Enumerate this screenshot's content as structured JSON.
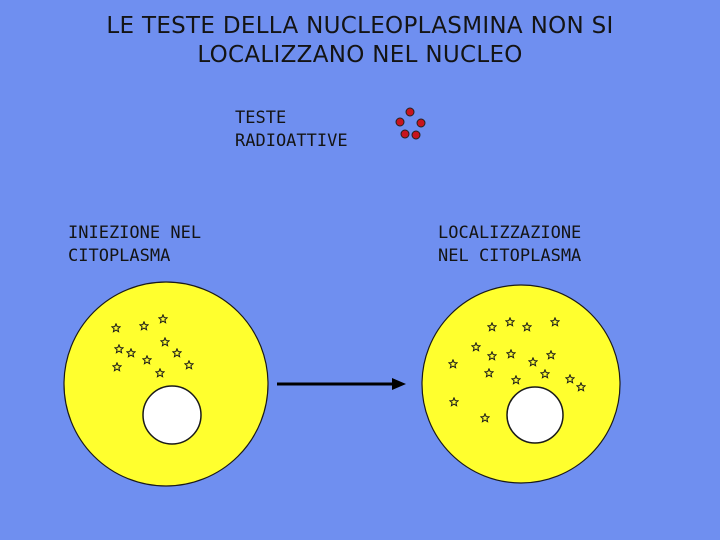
{
  "title": {
    "line1": "LE TESTE DELLA NUCLEOPLASMINA NON SI",
    "line2": "LOCALIZZANO NEL NUCLEO"
  },
  "radioactive_label": {
    "line1": "TESTE",
    "line2": "RADIOATTIVE"
  },
  "injection_label": {
    "line1": "INIEZIONE NEL",
    "line2": "CITOPLASMA"
  },
  "localization_label": {
    "line1": "LOCALIZZAZIONE",
    "line2": "NEL CITOPLASMA"
  },
  "colors": {
    "background": "#6f8ff0",
    "cytoplasm": "#ffff2e",
    "nucleus": "#ffffff",
    "radioactive_heads": "#c8141e",
    "arrow": "#000000"
  }
}
